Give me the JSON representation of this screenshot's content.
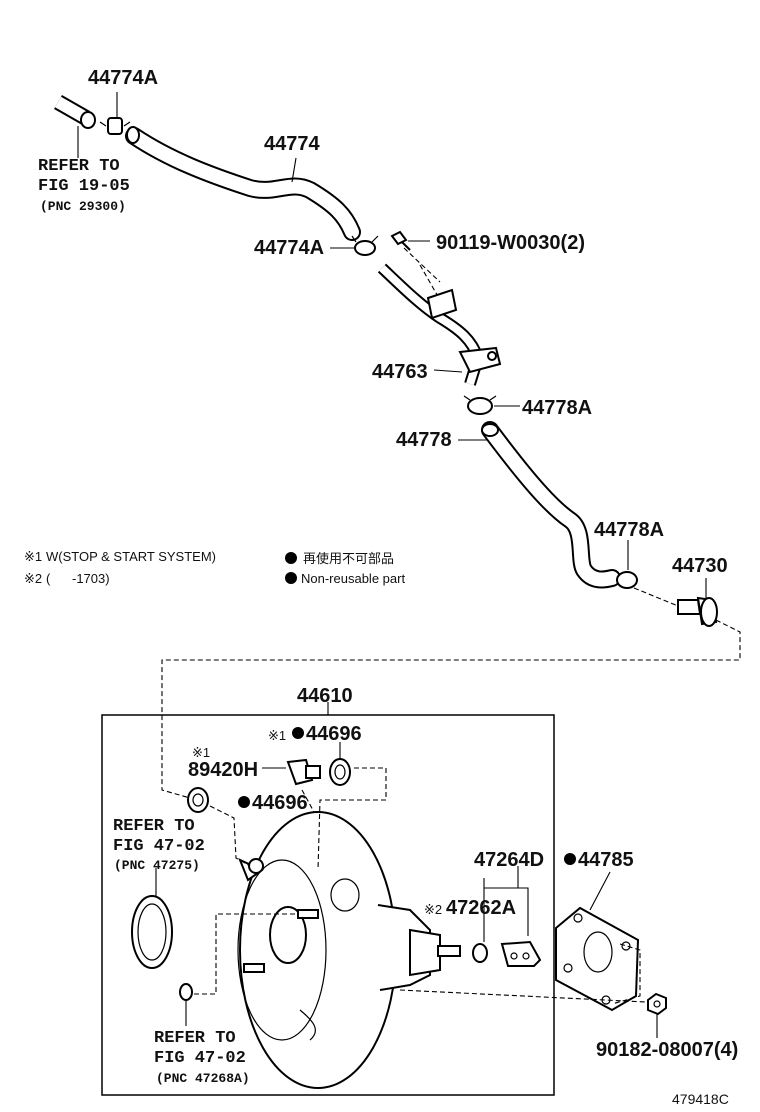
{
  "parts": {
    "clamp_upper": "44774A",
    "hose_upper": "44774",
    "clamp_mid": "44774A",
    "bolt": "90119-W0030(2)",
    "pipe": "44763",
    "clamp_lower_a": "44778A",
    "hose_lower": "44778",
    "clamp_lower_b": "44778A",
    "check_valve": "44730",
    "booster": "44610",
    "grommet_top": "44696",
    "grommet_left": "44696",
    "sensor": "89420H",
    "gasket_47264D": "47264D",
    "clevis": "47262A",
    "booster_gasket": "44785",
    "nut": "90182-08007(4)"
  },
  "refs": {
    "fig_19": {
      "line1": "REFER TO",
      "line2": "FIG 19-05",
      "pnc": "(PNC 29300)"
    },
    "fig_47_a": {
      "line1": "REFER TO",
      "line2": "FIG 47-02",
      "pnc": "(PNC 47275)"
    },
    "fig_47_b": {
      "line1": "REFER TO",
      "line2": "FIG 47-02",
      "pnc": "(PNC 47268A)"
    }
  },
  "notes": {
    "note1_mark": "※1",
    "note1_text": "W(STOP & START SYSTEM)",
    "note2_mark": "※2",
    "note2_text": "(      -1703)",
    "legend_jp": "再使用不可部品",
    "legend_en": "Non-reusable part"
  },
  "markers": {
    "sensor_note": "※1",
    "grommet_note": "※1",
    "clevis_note": "※2",
    "non_reusable_symbol": "●"
  },
  "figure_id": "479418C",
  "icons": [
    "hose-shape",
    "clamp-shape",
    "booster-shape",
    "gasket-shape",
    "nut-shape"
  ]
}
